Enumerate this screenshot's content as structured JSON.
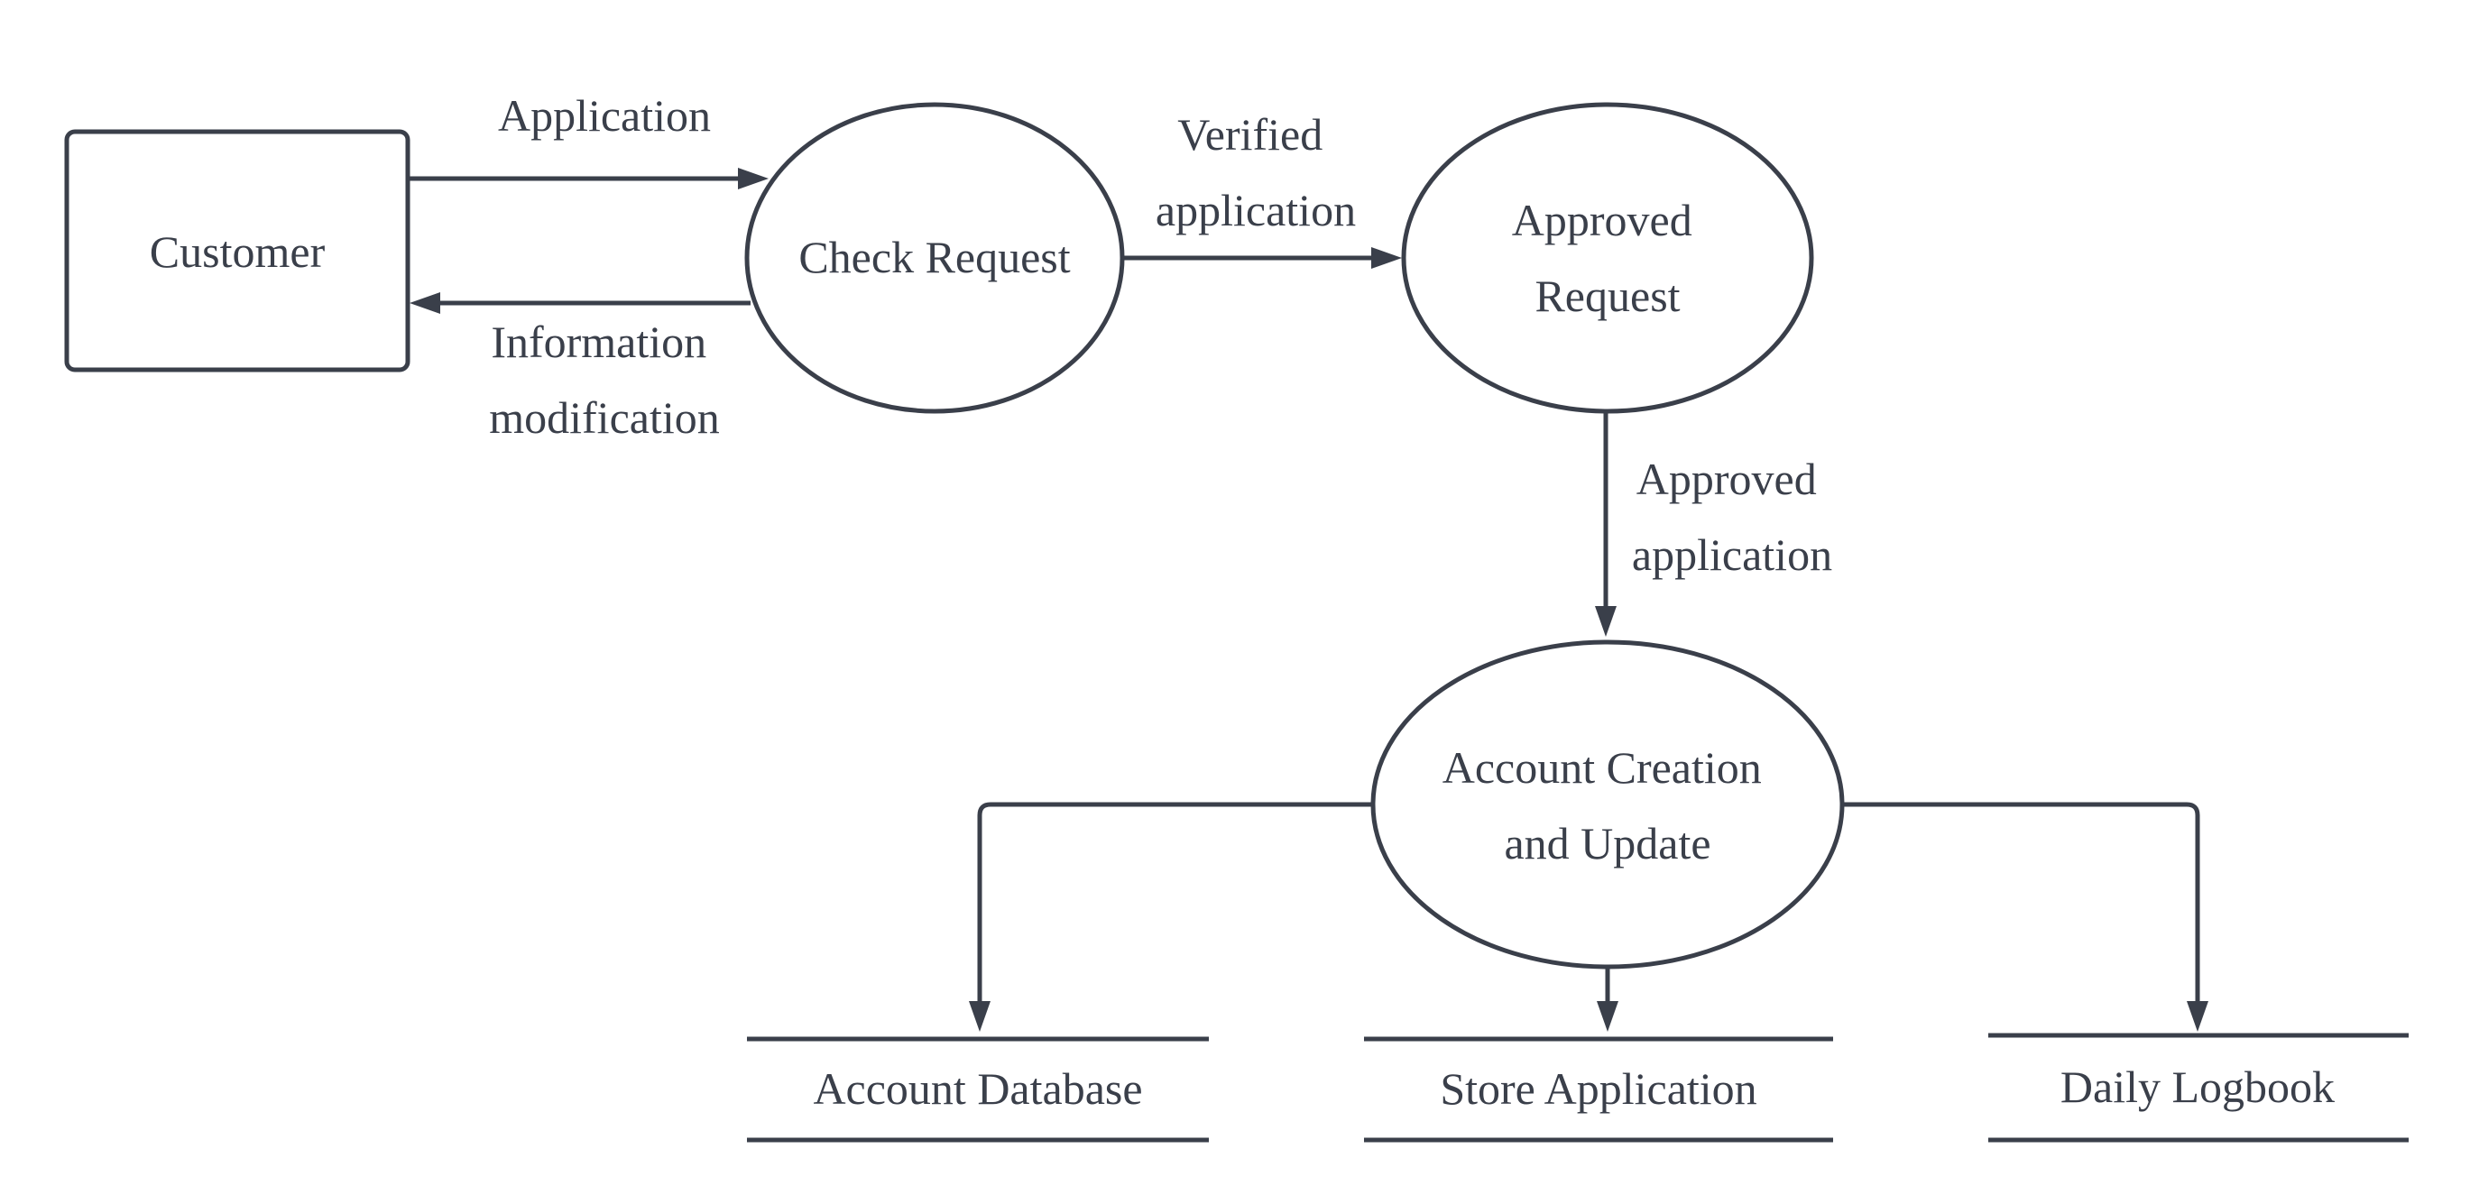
{
  "colors": {
    "stroke": "#3a3f4a",
    "text": "#3a3f4a",
    "background": "#ffffff"
  },
  "entities": {
    "customer": "Customer"
  },
  "processes": {
    "check_request": [
      "Check Request"
    ],
    "approved_request": [
      "Approved",
      "Request"
    ],
    "account_creation": [
      "Account Creation",
      "and Update"
    ]
  },
  "data_stores": {
    "account_database": "Account Database",
    "store_application": "Store Application",
    "daily_logbook": "Daily Logbook"
  },
  "flows": {
    "application": [
      "Application"
    ],
    "information_modification": [
      "Information",
      "modification"
    ],
    "verified_application": [
      "Verified",
      "application"
    ],
    "approved_application": [
      "Approved",
      "application"
    ]
  }
}
